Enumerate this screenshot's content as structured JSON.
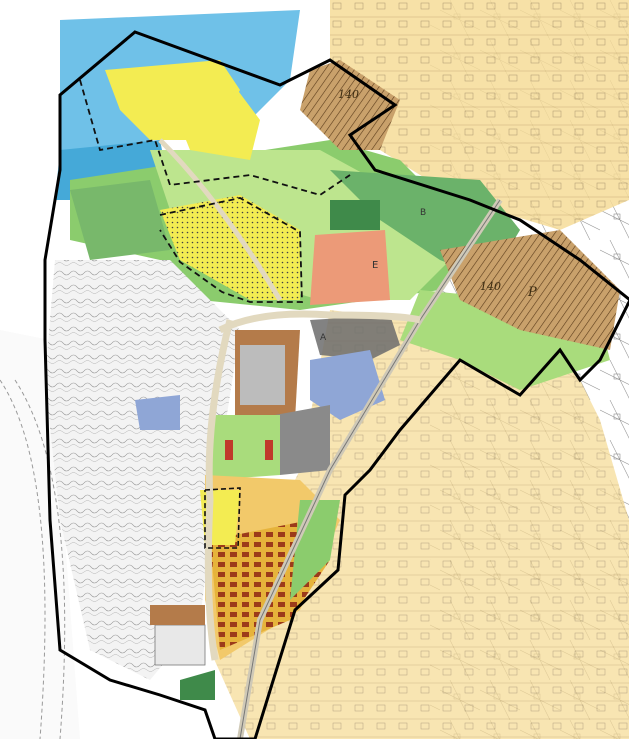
{
  "map": {
    "labels": {
      "zone_140_top": "140",
      "zone_140_mid": "140",
      "zone_p": "P",
      "zone_e": "E",
      "zone_b": "B",
      "zone_a": "A"
    },
    "colors": {
      "plan_boundary": "#000000",
      "water": "#6fc1e8",
      "park_light": "#b9e58a",
      "forest": "#6bb26a",
      "residential_yellow": "#f3ec52",
      "residential_orange": "#f2c96a",
      "neighbourhood_pale": "#f5d98f",
      "commercial_salmon": "#ec9a78",
      "industrial_brown": "#b47b4a",
      "public_blue": "#8fa6d6",
      "service_grey": "#8a8a8a",
      "hatched_tan": "#c9a16b"
    }
  }
}
